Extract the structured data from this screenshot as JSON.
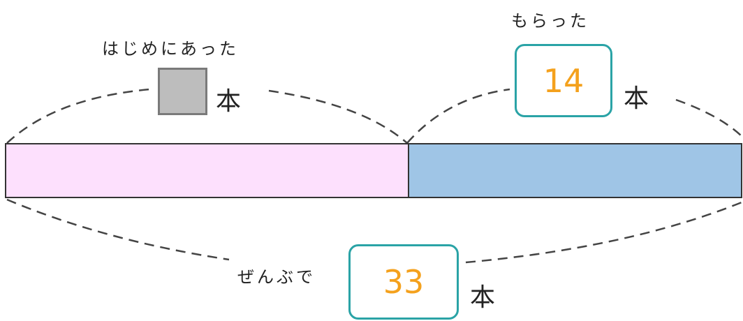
{
  "labels": {
    "initial": "はじめにあった",
    "received": "もらった",
    "total": "ぜんぶで"
  },
  "unit": "本",
  "values": {
    "received": "14",
    "total": "33"
  },
  "bar": {
    "segments": [
      {
        "name": "initial",
        "fraction": 0.547
      },
      {
        "name": "received",
        "fraction": 0.453
      }
    ]
  },
  "colors": {
    "initial_segment": "#fde0fd",
    "received_segment": "#9fc5e6",
    "box_border": "#2aa3a6",
    "number": "#f4a11d",
    "unknown_fill": "#bdbdbd",
    "outline": "#333333"
  }
}
